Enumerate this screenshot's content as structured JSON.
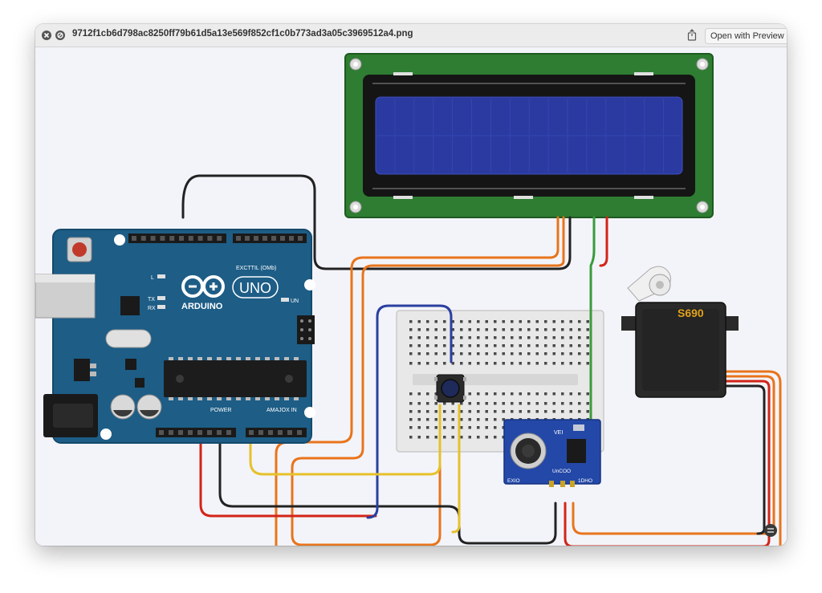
{
  "window": {
    "title": "9712f1cb6d798ac8250ff79b61d5a13e569f852cf1c0b773ad3a05c3969512a4.png",
    "open_with_label": "Open with Preview",
    "share_icon": "share-icon",
    "close_icon": "close-icon",
    "minimize_icon": "minimize-icon"
  },
  "arduino": {
    "brand": "ARDUINO",
    "model": "UNO",
    "header_label": "EXCTTIL (OMb)",
    "power_label": "POWER",
    "analog_label": "AMAJOX IN",
    "led_l": "L",
    "led_tx": "TX",
    "led_rx": "RX",
    "led_on": "UN"
  },
  "servo": {
    "label": "S690",
    "label_color": "#e0a21a"
  },
  "sensor": {
    "label_top": "VEI",
    "label_left": "EXIO",
    "label_bottom_a": "UnCOO",
    "label_bottom_b": "1DHO"
  },
  "colors": {
    "board": "#1d5d86",
    "lcd_pcb": "#2e7d32",
    "lcd_screen": "#2b3aa0",
    "breadboard": "#e8e8e8",
    "servo_body": "#2a2a2a",
    "sensor_pcb": "#2348a8",
    "wire_black": "#222222",
    "wire_orange": "#e8741c",
    "wire_red": "#d32418",
    "wire_green": "#3a9a3a",
    "wire_blue": "#2a3fa0",
    "wire_yellow": "#e6c12a"
  }
}
